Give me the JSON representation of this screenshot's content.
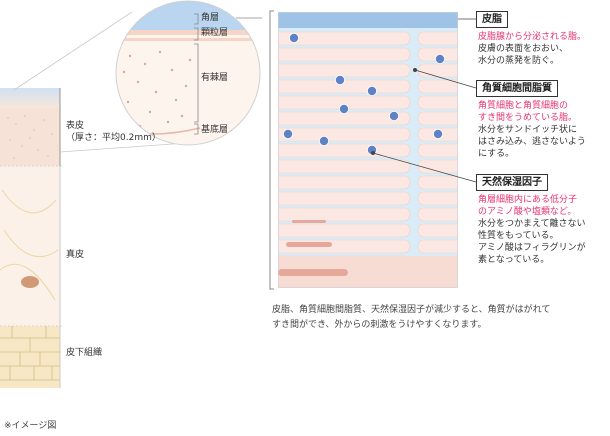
{
  "left": {
    "layers": {
      "epidermis_l1": "表皮",
      "epidermis_l2": "（厚さ：平均0.2mm）",
      "dermis": "真皮",
      "subcutaneous": "皮下組織"
    },
    "zoom": {
      "stratum_corneum": "角層",
      "stratum_granulosum": "顆粒層",
      "stratum_spinosum": "有棘層",
      "stratum_basale": "基底層"
    }
  },
  "factors": [
    {
      "title": "皮脂",
      "highlight": [
        "皮脂腺から分泌される脂。"
      ],
      "body": [
        "皮膚の表面をおおい、",
        "水分の蒸発を防ぐ。"
      ]
    },
    {
      "title": "角質細胞間脂質",
      "highlight": [
        "角質細胞と角質細胞の",
        "すき間をうめている脂。"
      ],
      "body": [
        "水分をサンドイッチ状に",
        "はさみ込み、逃さないよう",
        "にする。"
      ]
    },
    {
      "title": "天然保湿因子",
      "highlight": [
        "角層細胞内にある低分子",
        "のアミノ酸や塩類など。"
      ],
      "body": [
        "水分をつかまえて離さない",
        "性質をもっている。",
        "アミノ酸はフィラグリンが",
        "素となっている。"
      ]
    }
  ],
  "caption": [
    "皮脂、角質細胞間脂質、天然保湿因子が減少すると、角質がはがれて",
    "すき間ができ、外からの刺激をうけやすくなります。"
  ],
  "note": "※イメージ図",
  "colors": {
    "highlight": "#e8336f",
    "sebum_layer": "#9fc3e6",
    "cell": "#fbe8e3",
    "lipid": "#d9ecf8",
    "moisture_dot": "#5f82c4"
  }
}
